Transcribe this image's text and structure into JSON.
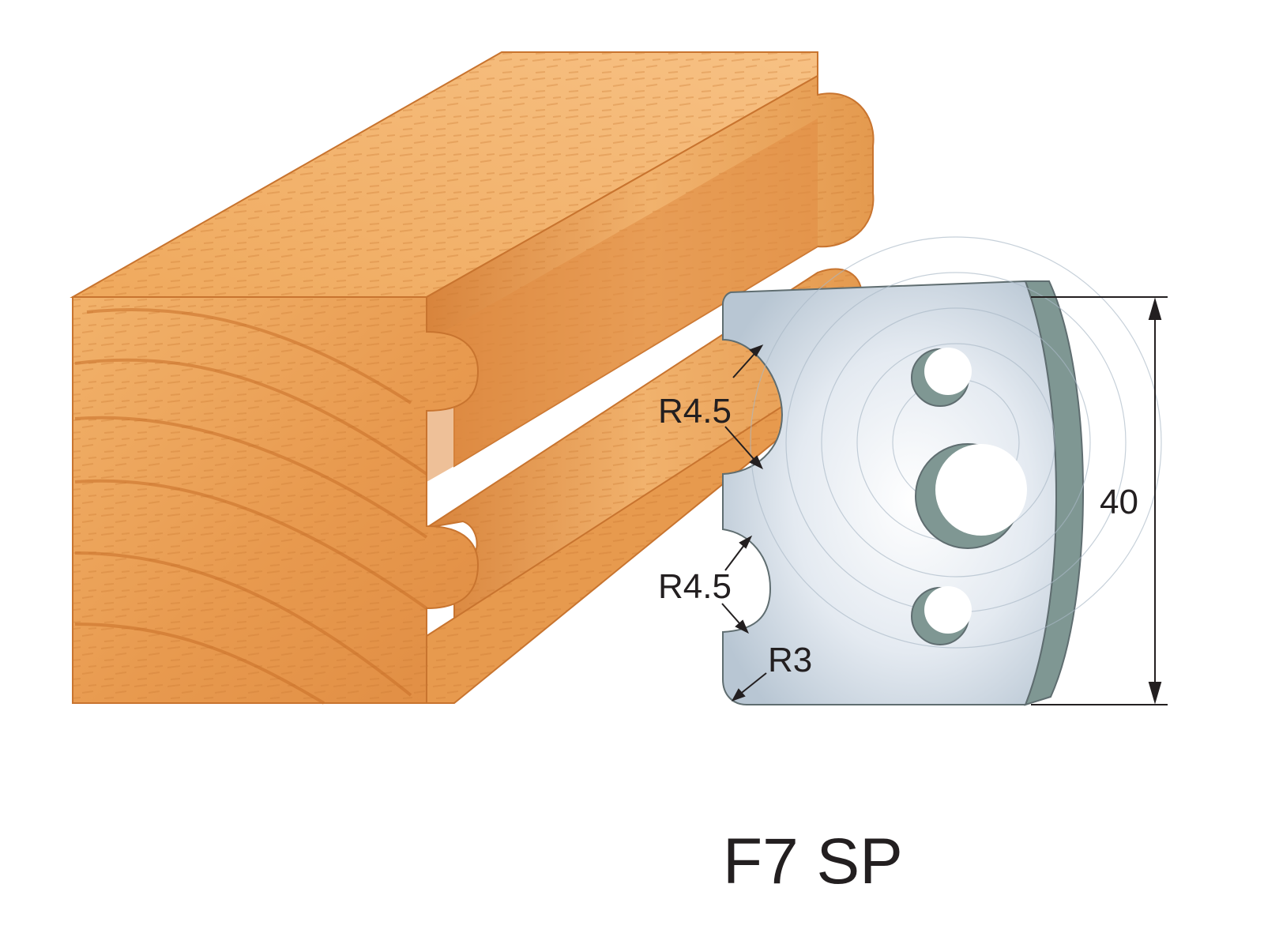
{
  "diagram": {
    "title": "F7 SP",
    "dimensions": {
      "upper_radius": "R4.5",
      "lower_radius": "R4.5",
      "corner_radius": "R3",
      "height": "40"
    }
  },
  "colors": {
    "wood_light": "#f3b873",
    "wood_mid": "#e79a4e",
    "wood_dark": "#c7732e",
    "wood_outline": "#c8742f",
    "steel_light": "#eef2f7",
    "steel_mid": "#c8d3de",
    "steel_edge": "#7f9793",
    "steel_outline": "#5f6d70",
    "text": "#231f20"
  }
}
